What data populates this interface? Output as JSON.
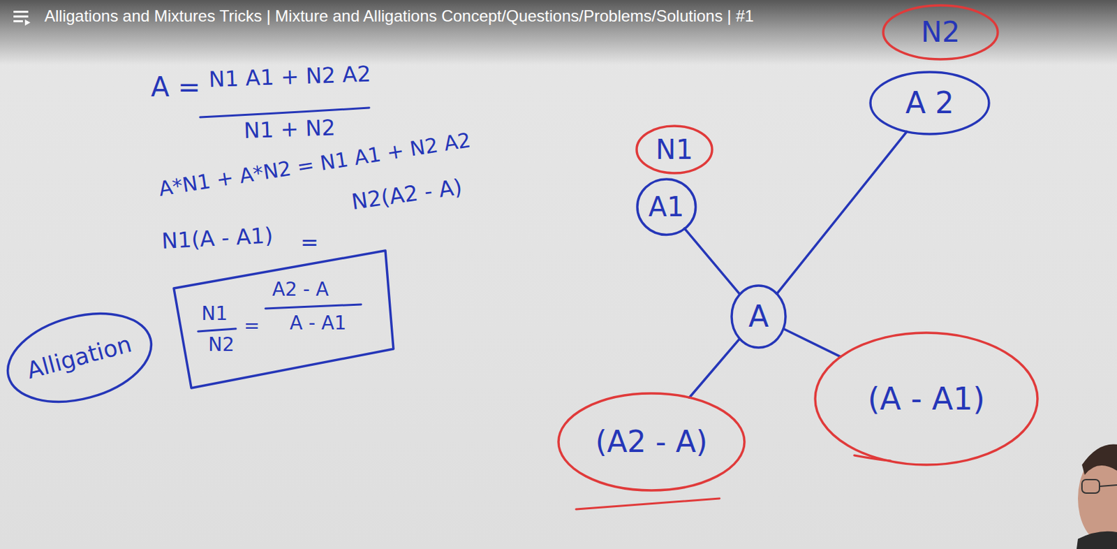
{
  "diagram": {
    "title": "Alligations and Mixtures Tricks | Mixture and Alligations Concept/Questions/Problems/Solutions | #1",
    "nodes": [
      {
        "text": [
          "N1",
          "N2",
          "=",
          "A2 - A",
          "A - A1"
        ]
      },
      {
        "text": [
          "Alligation"
        ]
      },
      {
        "text": [
          "N1"
        ]
      },
      {
        "text": [
          "A1"
        ]
      },
      {
        "text": [
          "N2"
        ]
      },
      {
        "text": [
          "A 2"
        ]
      },
      {
        "text": [
          "A"
        ]
      },
      {
        "text": [
          "(A2 - A)"
        ]
      },
      {
        "text": [
          "(A - A1)"
        ]
      }
    ],
    "edges": [
      {
        "from": 3,
        "to": 6,
        "arrow": "none"
      },
      {
        "from": 5,
        "to": 6,
        "arrow": "none"
      },
      {
        "from": 6,
        "to": 7,
        "arrow": "none"
      },
      {
        "from": 6,
        "to": 8,
        "arrow": "none"
      }
    ],
    "labels": [
      "A =",
      "N1 A1 + N2 A2",
      "N1 + N2",
      "A*N1 + A*N2 = N1 A1 + N2 A2",
      "N1(A - A1)",
      "=",
      "N2(A2 - A)"
    ]
  }
}
